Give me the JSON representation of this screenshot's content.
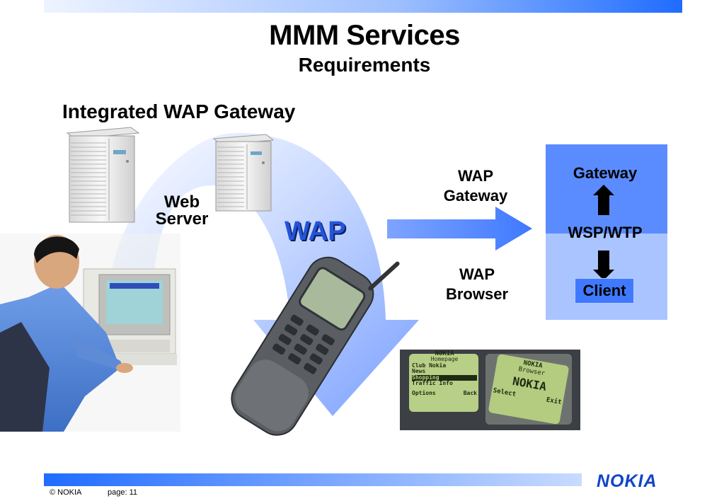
{
  "header": {
    "title": "MMM Services",
    "subtitle": "Requirements"
  },
  "section_heading": "Integrated WAP Gateway",
  "diagram": {
    "web_server_label_line1": "Web",
    "web_server_label_line2": "Server",
    "wap_label": "WAP",
    "wap_gateway_line1": "WAP",
    "wap_gateway_line2": "Gateway",
    "wap_browser_line1": "WAP",
    "wap_browser_line2": "Browser",
    "stack_top": "Gateway",
    "stack_middle": "WSP/WTP",
    "stack_bottom": "Client"
  },
  "phones": {
    "left_screen": {
      "brand": "NOKIA",
      "title": "Homepage",
      "items": [
        "Club Nokia",
        "News",
        "Shopping",
        "Traffic Info"
      ],
      "left_soft": "Options",
      "right_soft": "Back"
    },
    "right_screen": {
      "brand": "NOKIA",
      "subtitle": "Browser",
      "logo": "NOKIA",
      "left_soft": "Select",
      "right_soft": "Exit"
    }
  },
  "footer": {
    "copyright": "© NOKIA",
    "page": "page: 11",
    "logo": "NOKIA"
  },
  "colors": {
    "accent_blue": "#3f79ff",
    "box_top": "#5b8cff",
    "box_bottom": "#a9c4ff",
    "arc_blue": "#8fb0ff"
  }
}
